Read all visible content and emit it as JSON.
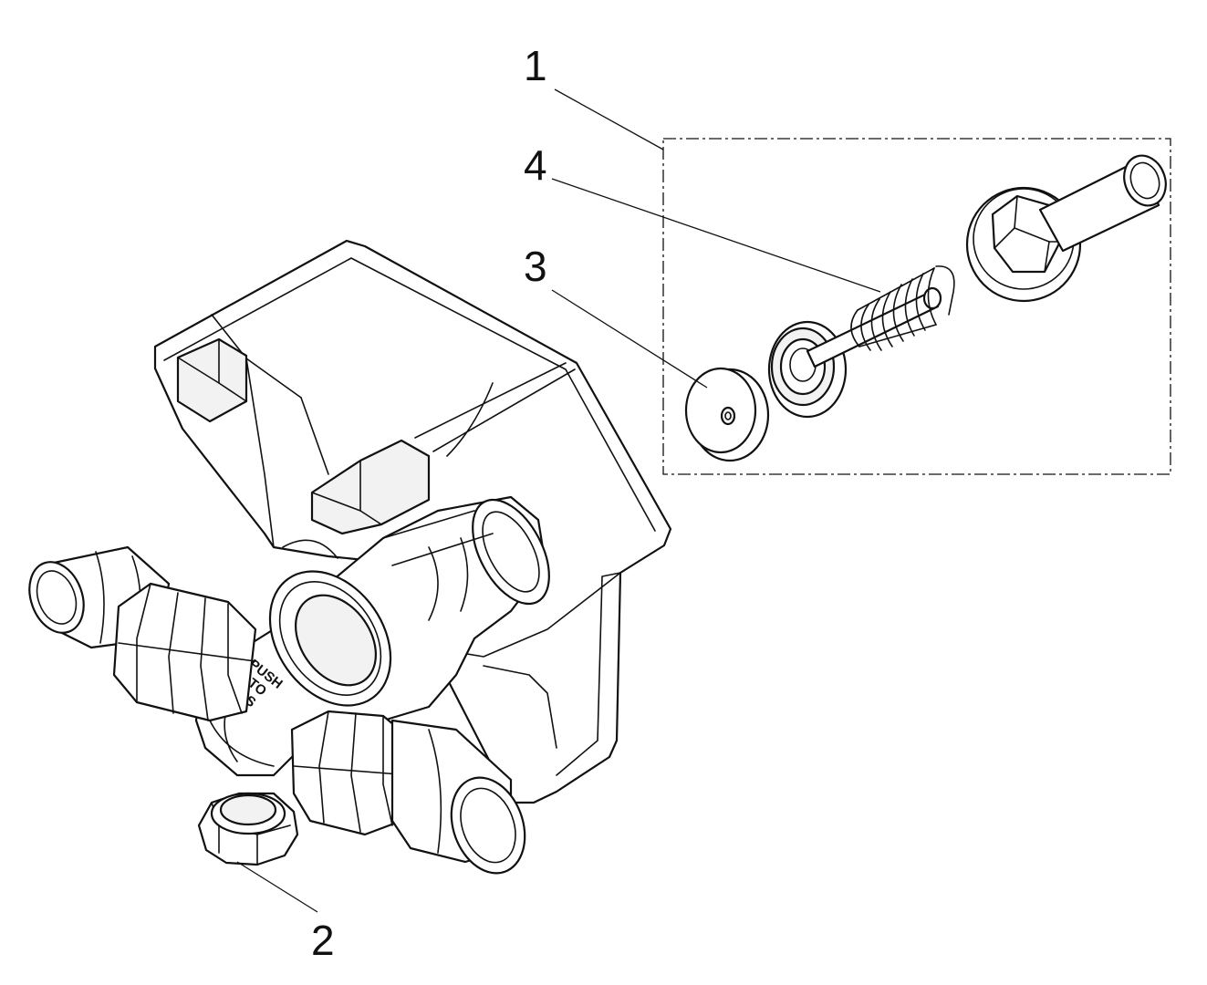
{
  "callouts": [
    {
      "id": "1",
      "label": "1"
    },
    {
      "id": "2",
      "label": "2"
    },
    {
      "id": "3",
      "label": "3"
    },
    {
      "id": "4",
      "label": "4"
    }
  ],
  "body_marking": {
    "line1": "PUSH",
    "line2": "TO",
    "line3": "DIS"
  }
}
